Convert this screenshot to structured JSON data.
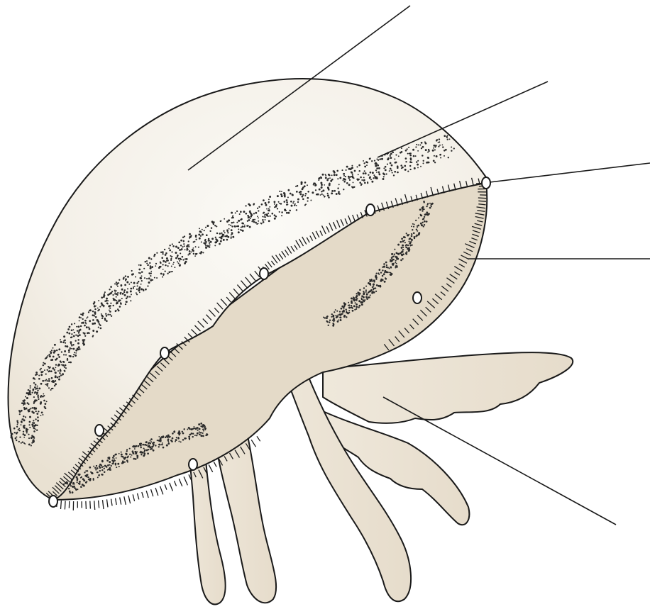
{
  "figure": {
    "subject": "jellyfish",
    "colors": {
      "bell_light": "#f8f6f1",
      "bell_mid": "#efe9de",
      "subumbrella": "#e2d8c7",
      "arm_fill": "#eee6d8",
      "outline": "#1a1a1a",
      "stipple": "#2a2a2a",
      "background": "#ffffff"
    },
    "leader_lines": [
      {
        "name": "exumbrella-leader",
        "label": ""
      },
      {
        "name": "gonad-band-leader",
        "label": ""
      },
      {
        "name": "rhopalium-leader",
        "label": ""
      },
      {
        "name": "marginal-tentacles-leader",
        "label": ""
      },
      {
        "name": "oral-arm-leader",
        "label": ""
      }
    ]
  }
}
